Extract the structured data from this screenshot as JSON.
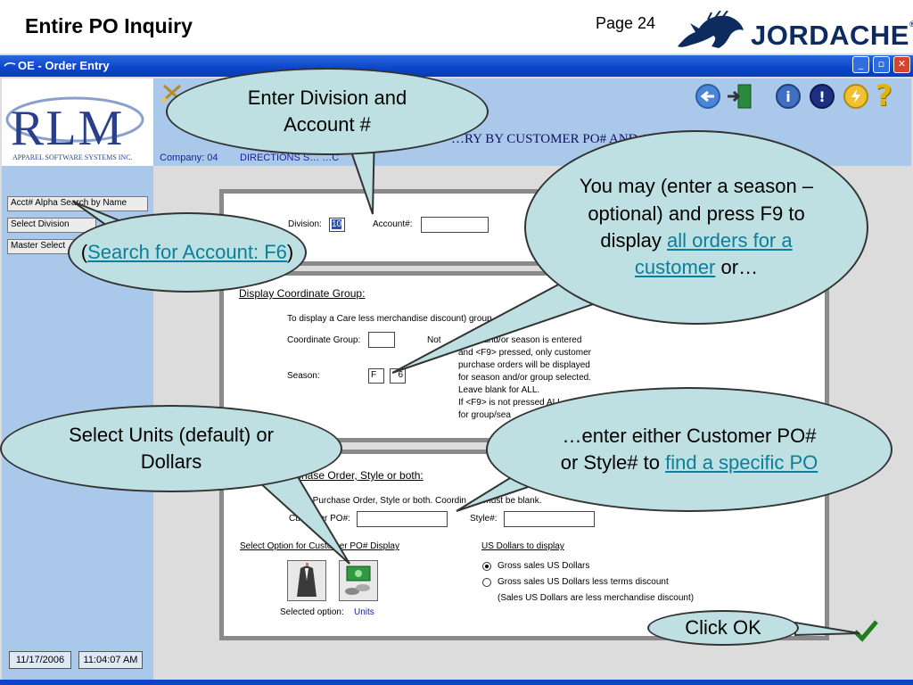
{
  "slide": {
    "title": "Entire PO Inquiry",
    "page_number": "Page 24"
  },
  "brand": {
    "logo_text": "JORDACHE",
    "trademark": "®"
  },
  "window": {
    "title": "OE - Order Entry",
    "min": "_",
    "max": "▫",
    "close": "✕"
  },
  "rlm_logo": {
    "text": "RLM",
    "subtitle": "APPAREL SOFTWARE SYSTEMS INC."
  },
  "header": {
    "title": "…RY BY CUSTOMER PO# AND / O…",
    "company_label": "Company:",
    "company_code": "04",
    "company_name": "DIRECTIONS S…     …C"
  },
  "sidebar": {
    "buttons": [
      {
        "label": "Acct# Alpha Search by Name"
      },
      {
        "label": "Select Division"
      },
      {
        "label": "Master Select"
      }
    ]
  },
  "toolbar": {
    "help": "?",
    "info": "i",
    "alert": "!"
  },
  "form1": {
    "division_label": "Division:",
    "division_value": "10",
    "account_label": "Account#:",
    "account_value": ""
  },
  "coordinate": {
    "heading": "Display Coordinate Group:",
    "instruction": "To display a Care less merchandise discount)                    group.",
    "group_label": "Coordinate Group:",
    "group_value": "",
    "note_label": "Not",
    "season_label": "Season:",
    "season_value1": "F",
    "season_value2": "6",
    "note_lines": [
      "group and/or season is entered",
      "and <F9> pressed, only customer",
      "purchase orders will be displayed",
      "for season and/or group selected.",
      "Leave blank for ALL.",
      "If <F9> is not pressed  ALL",
      "for group/sea"
    ]
  },
  "po": {
    "heading": "…rchase Order, Style or both:",
    "instruction": "Enter Purchase Order, Style or both.  Coordin        ...p must be blank.",
    "po_label": "Customer PO#:",
    "po_value": "",
    "style_label": "Style#:",
    "style_value": "",
    "option_heading": "Select Option for Customer PO# Display",
    "selected_label": "Selected option:",
    "selected_value": "Units",
    "usd_heading": "US Dollars to display",
    "radio1": "Gross sales US Dollars",
    "radio2": "Gross sales US Dollars less terms discount",
    "radio2_note": "(Sales US Dollars are less merchandise discount)"
  },
  "status": {
    "date": "11/17/2006",
    "time": "11:04:07 AM"
  },
  "callouts": {
    "division": "Enter Division and Account #",
    "search_open": "(",
    "search_link": "Search for Account: F6",
    "search_close": ")",
    "season_text": "You may (enter a season –optional) and press F9 to display",
    "season_link": "all orders for a customer",
    "season_tail": "or…",
    "units": "Select Units (default) or Dollars",
    "po_text": "…enter either Customer PO# or Style# to",
    "po_link": "find a specific PO",
    "ok": "Click OK"
  },
  "colors": {
    "titlebar": "#0b46c9",
    "panel_bg": "#a9c8ea",
    "bubble_fill": "#bfe0e2",
    "link": "#0a7f9c"
  }
}
